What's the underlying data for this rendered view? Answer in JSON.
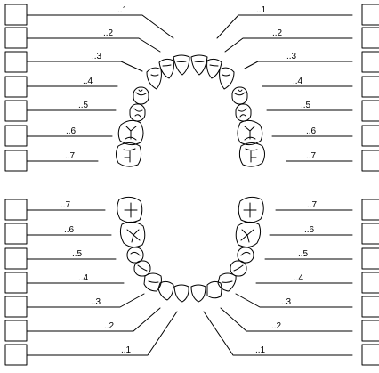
{
  "title": "",
  "upper_left": [
    "..1",
    "..2",
    "..3",
    "..4",
    "..5",
    "..6",
    "..7"
  ],
  "upper_right": [
    "..1",
    "..2",
    "..3",
    "..4",
    "..5",
    "..6",
    "..7"
  ],
  "lower_left": [
    "..7",
    "..6",
    "..5",
    "..4",
    "..3",
    "..2",
    "..1"
  ],
  "lower_right": [
    "..7",
    "..6",
    "..5",
    "..4",
    "..3",
    "..2",
    "..1"
  ],
  "colors": {
    "line": "#000000",
    "background": "#ffffff"
  },
  "boxes": "empty-checkbox"
}
